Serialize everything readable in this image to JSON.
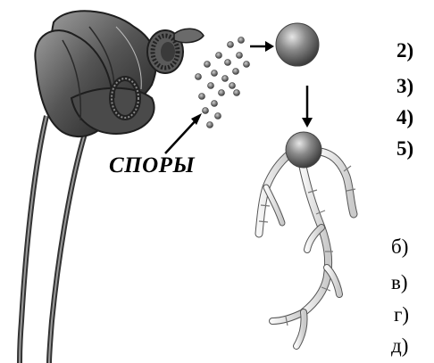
{
  "diagram": {
    "spores_label": "СПОРЫ",
    "numbered_items": [
      "2)",
      "3)",
      "4)",
      "5)"
    ],
    "lettered_items": [
      "б)",
      "в)",
      "г)",
      "д)"
    ]
  }
}
